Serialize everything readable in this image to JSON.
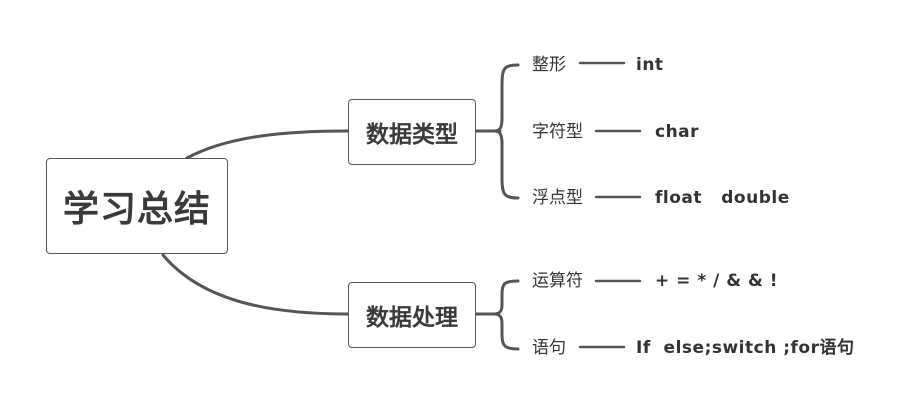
{
  "central": "学习总结",
  "branches": [
    {
      "label": "数据类型",
      "items": [
        {
          "key": "整形",
          "value": "int"
        },
        {
          "key": "字符型",
          "value": "char"
        },
        {
          "key": "浮点型",
          "value": "float   double"
        }
      ]
    },
    {
      "label": "数据处理",
      "items": [
        {
          "key": "运算符",
          "value": "+ = * / & & !"
        },
        {
          "key": "语句",
          "value": "If  else;switch ;for语句"
        }
      ]
    }
  ],
  "colors": {
    "line": "#555555",
    "text": "#333333",
    "border": "#555555"
  }
}
